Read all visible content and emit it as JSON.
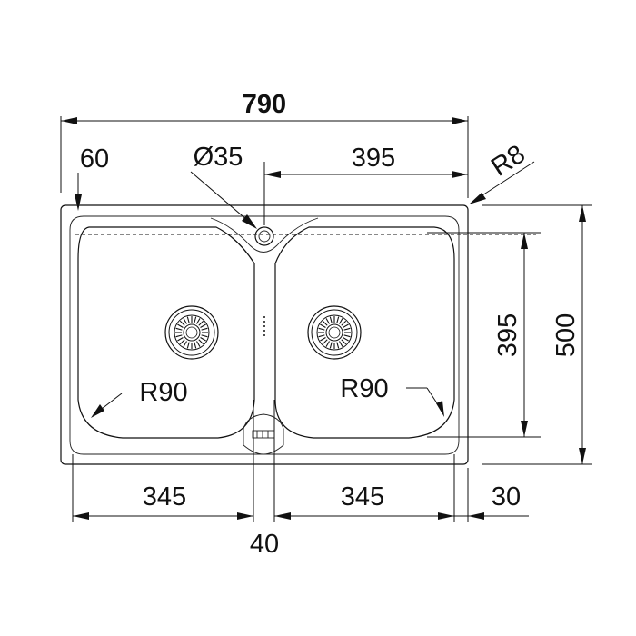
{
  "drawing": {
    "overall_width": "790",
    "overall_height": "500",
    "left_offset": "60",
    "tap_hole_diameter": "Ø35",
    "bowl_width_right": "395",
    "bowl_depth": "395",
    "corner_radius_outer": "R8",
    "bowl_radius_left": "R90",
    "bowl_radius_right": "R90",
    "bowl_left_width": "345",
    "bowl_right_width": "345",
    "divider_width": "40",
    "right_margin": "30"
  },
  "colors": {
    "line": "#111111",
    "background": "#ffffff"
  }
}
